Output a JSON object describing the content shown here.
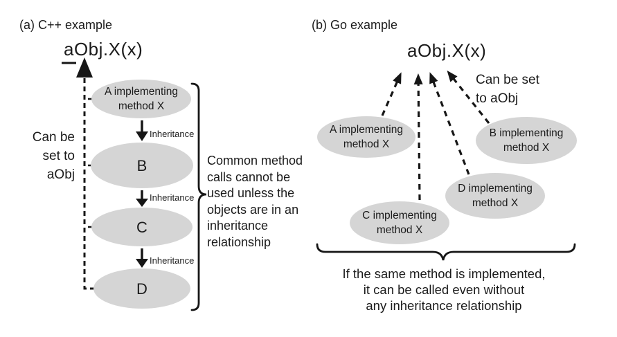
{
  "panel_a": {
    "heading": "(a) C++ example",
    "call_expression": "aObj.X(x)",
    "side_note": "Can be\nset to\naObj",
    "inheritance_label": "Inheritance",
    "nodes": {
      "a": "A implementing\nmethod X",
      "b": "B",
      "c": "C",
      "d": "D"
    },
    "brace_note": "Common method\ncalls cannot be\nused unless the\nobjects are in an\ninheritance\nrelationship"
  },
  "panel_b": {
    "heading": "(b) Go example",
    "call_expression": "aObj.X(x)",
    "side_note": "Can be set\nto aObj",
    "nodes": {
      "a": "A implementing\nmethod X",
      "b": "B implementing\nmethod X",
      "c": "C implementing\nmethod X",
      "d": "D implementing\nmethod X"
    },
    "brace_note": "If the same method is implemented,\nit can be called even without\nany inheritance relationship"
  },
  "colors": {
    "node_fill": "#d5d5d5",
    "line": "#161616",
    "text": "#1b1b1b"
  }
}
